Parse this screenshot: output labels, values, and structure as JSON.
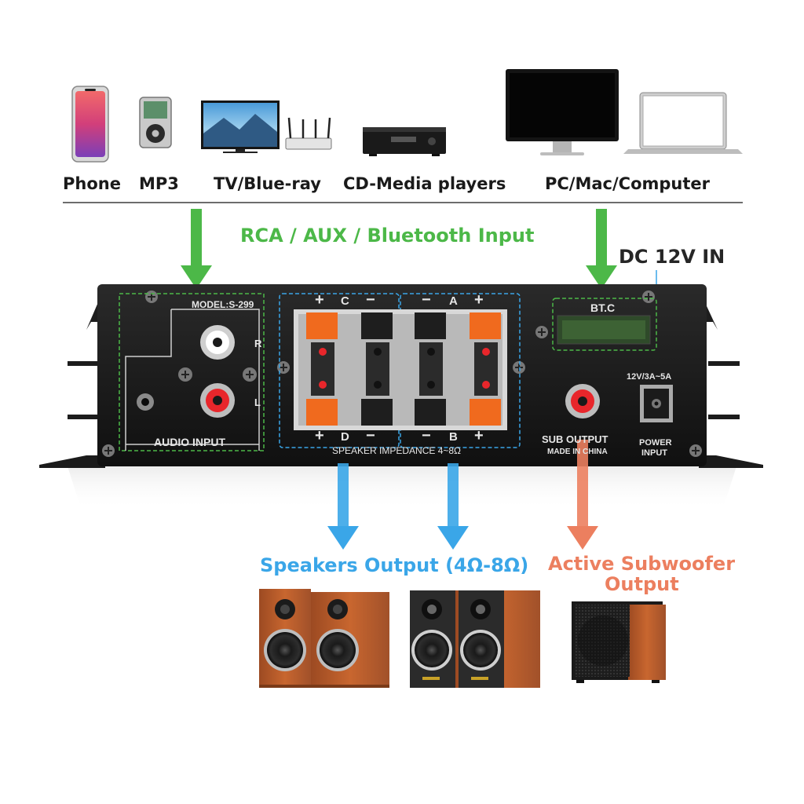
{
  "sources": [
    {
      "label": "Phone",
      "icon": "phone-icon"
    },
    {
      "label": "MP3",
      "icon": "mp3-player-icon"
    },
    {
      "label": "TV/Blue-ray",
      "icon": "tv-router-icon"
    },
    {
      "label": "CD-Media players",
      "icon": "cd-player-icon"
    },
    {
      "label": "PC/Mac/Computer",
      "icon": "computer-laptop-icon"
    }
  ],
  "input_caption": "RCA / AUX / Bluetooth Input",
  "dc_caption": "DC 12V IN",
  "panel": {
    "model": "MODEL:S-299",
    "audio_input": "AUDIO INPUT",
    "r_label": "R",
    "l_label": "L",
    "channel_c": "C",
    "channel_a": "A",
    "channel_d": "D",
    "channel_b": "B",
    "plus": "+",
    "minus": "−",
    "impedance": "SPEAKER IMPEDANCE 4~8Ω",
    "bt_label": "BT.C",
    "sub_output": "SUB OUTPUT",
    "made_in": "MADE IN CHINA",
    "power_spec": "12V/3A~5A",
    "power_input_1": "POWER",
    "power_input_2": "INPUT"
  },
  "speakers_caption": "Speakers Output (4Ω-8Ω)",
  "subwoofer_caption_1": "Active Subwoofer",
  "subwoofer_caption_2": "Output",
  "colors": {
    "green": "#4cb848",
    "blue": "#3aa6e8",
    "orange": "#ec7f5f",
    "panel": "#161616",
    "speaker_wood": "#b5582a"
  }
}
